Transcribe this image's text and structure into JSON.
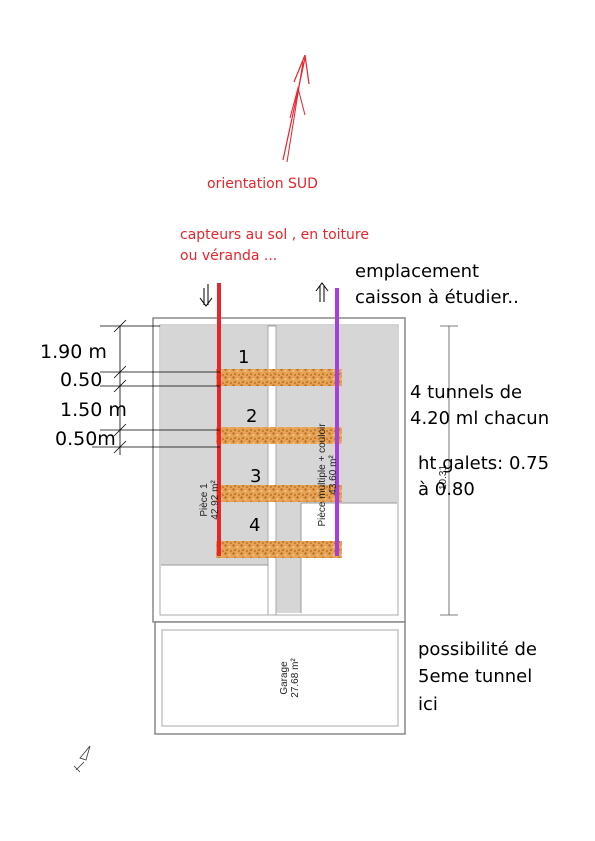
{
  "annotations": {
    "orientation": "orientation SUD",
    "capteurs_line1": "capteurs au sol  , en toiture",
    "capteurs_line2": "ou véranda ...",
    "emplacement_line1": "emplacement",
    "emplacement_line2": "caisson à étudier..",
    "tunnels_line1": "4 tunnels de",
    "tunnels_line2": "4.20 ml chacun",
    "galets_line1": "ht galets: 0.75",
    "galets_line2": "à 0.80",
    "possibilite_line1": "possibilité de",
    "possibilite_line2": "5eme tunnel",
    "possibilite_line3": "ici"
  },
  "dimensions": {
    "d1": "1.90 m",
    "d2": "0.50",
    "d3": "1.50 m",
    "d4": "0.50m",
    "vertical": "10.31"
  },
  "tunnels": [
    {
      "number": "1"
    },
    {
      "number": "2"
    },
    {
      "number": "3"
    },
    {
      "number": "4"
    }
  ],
  "rooms": {
    "piece1_name": "Pièce 1",
    "piece1_area": "42.92 m²",
    "piece_multiple_name": "Pièce multiple + couloir",
    "piece_multiple_area": "43.60 m²",
    "garage_name": "Garage",
    "garage_area": "27.68 m²"
  },
  "colors": {
    "red_pipe": "#e8242c",
    "purple_pipe": "#a63fd9",
    "gravel": "#d9892b",
    "wall": "#888888",
    "floor": "#d6d6d6"
  }
}
